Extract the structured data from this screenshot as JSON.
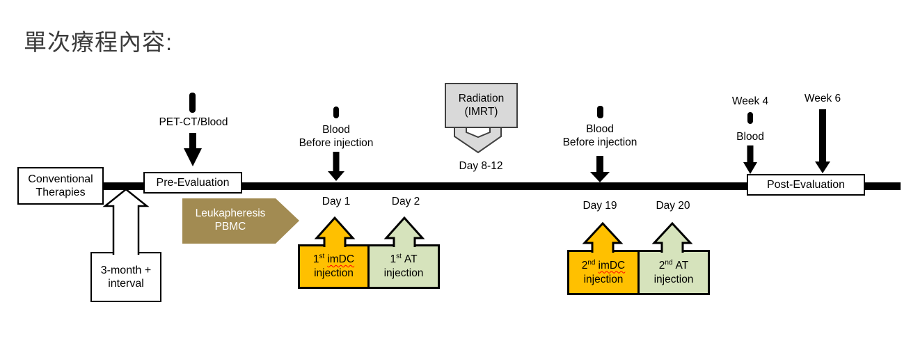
{
  "title": "單次療程內容:",
  "colors": {
    "orange": "#FFC000",
    "green": "#D6E3BC",
    "tan": "#A28B52",
    "gray_fill": "#D9D9D9",
    "gray_stroke": "#404040",
    "black": "#000000",
    "spellcheck_red": "#FF0000",
    "title_color": "#3B3B3B"
  },
  "nodes": {
    "conventional": {
      "line1": "Conventional",
      "line2": "Therapies"
    },
    "pre_evaluation": {
      "label": "Pre-Evaluation"
    },
    "post_evaluation": {
      "label": "Post-Evaluation"
    },
    "interval": {
      "line1": "3-month +",
      "line2": "interval"
    },
    "leukapheresis": {
      "line1": "Leukapheresis",
      "line2": "PBMC"
    },
    "pet_ct": {
      "label": "PET-CT/Blood"
    },
    "blood_before_1": {
      "line1": "Blood",
      "line2": "Before injection"
    },
    "blood_before_2": {
      "line1": "Blood",
      "line2": "Before injection"
    },
    "radiation": {
      "line1": "Radiation",
      "line2": "(IMRT)",
      "day": "Day 8-12"
    },
    "week4": {
      "label": "Week 4",
      "blood": "Blood"
    },
    "week6": {
      "label": "Week 6"
    }
  },
  "days": {
    "day1": "Day 1",
    "day2": "Day 2",
    "day19": "Day 19",
    "day20": "Day 20"
  },
  "injections": {
    "imdc1": {
      "ordinal": "1",
      "suffix": "st",
      "drug": "imDC",
      "line2": "injection"
    },
    "at1": {
      "ordinal": "1",
      "suffix": "st",
      "drug": "AT",
      "line2": "injection"
    },
    "imdc2": {
      "ordinal": "2",
      "suffix": "nd",
      "drug": "imDC",
      "line2": "injection"
    },
    "at2": {
      "ordinal": "2",
      "suffix": "nd",
      "drug": "AT",
      "line2": "injection"
    }
  }
}
